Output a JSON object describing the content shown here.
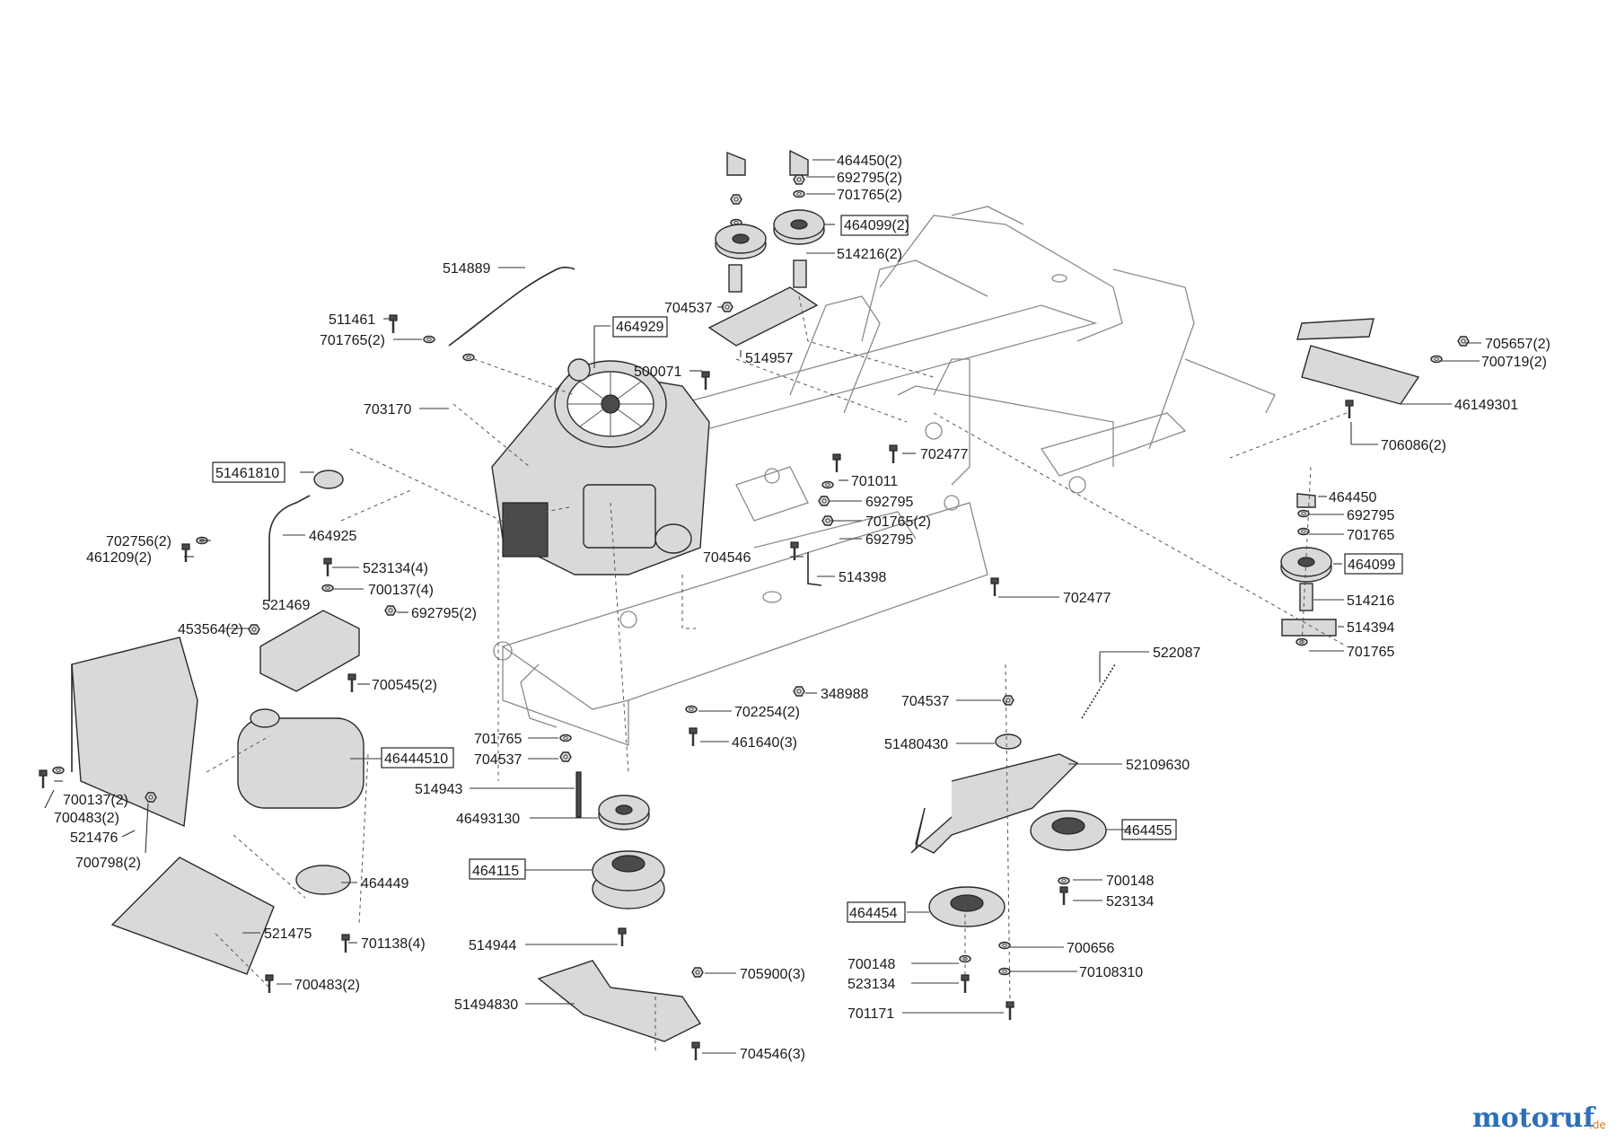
{
  "labels": [
    {
      "text": "464450(2)"
    },
    {
      "text": "692795(2)"
    },
    {
      "text": "701765(2)"
    },
    {
      "text": "464099(2)"
    },
    {
      "text": "514216(2)"
    },
    {
      "text": "514889"
    },
    {
      "text": "511461"
    },
    {
      "text": "701765(2)"
    },
    {
      "text": "464929"
    },
    {
      "text": "704537"
    },
    {
      "text": "514957"
    },
    {
      "text": "500071"
    },
    {
      "text": "703170"
    },
    {
      "text": "51461810"
    },
    {
      "text": "702477"
    },
    {
      "text": "701011"
    },
    {
      "text": "692795"
    },
    {
      "text": "701765(2)"
    },
    {
      "text": "692795"
    },
    {
      "text": "702756(2)"
    },
    {
      "text": "464925"
    },
    {
      "text": "461209(2)"
    },
    {
      "text": "704546"
    },
    {
      "text": "514398"
    },
    {
      "text": "523134(4)"
    },
    {
      "text": "700137(4)"
    },
    {
      "text": "521469"
    },
    {
      "text": "692795(2)"
    },
    {
      "text": "453564(2)"
    },
    {
      "text": "702477"
    },
    {
      "text": "700545(2)"
    },
    {
      "text": "705657(2)"
    },
    {
      "text": "700719(2)"
    },
    {
      "text": "46149301"
    },
    {
      "text": "706086(2)"
    },
    {
      "text": "464450"
    },
    {
      "text": "692795"
    },
    {
      "text": "701765"
    },
    {
      "text": "464099"
    },
    {
      "text": "514216"
    },
    {
      "text": "514394"
    },
    {
      "text": "701765"
    },
    {
      "text": "522087"
    },
    {
      "text": "348988"
    },
    {
      "text": "704537"
    },
    {
      "text": "702254(2)"
    },
    {
      "text": "51480430"
    },
    {
      "text": "701765"
    },
    {
      "text": "461640(3)"
    },
    {
      "text": "52109630"
    },
    {
      "text": "46444510"
    },
    {
      "text": "704537"
    },
    {
      "text": "514943"
    },
    {
      "text": "700137(2)"
    },
    {
      "text": "700483(2)"
    },
    {
      "text": "521476"
    },
    {
      "text": "46493130"
    },
    {
      "text": "464455"
    },
    {
      "text": "700798(2)"
    },
    {
      "text": "464115"
    },
    {
      "text": "464449"
    },
    {
      "text": "700148"
    },
    {
      "text": "523134"
    },
    {
      "text": "464454"
    },
    {
      "text": "521475"
    },
    {
      "text": "701138(4)"
    },
    {
      "text": "514944"
    },
    {
      "text": "700656"
    },
    {
      "text": "700148"
    },
    {
      "text": "70108310"
    },
    {
      "text": "523134"
    },
    {
      "text": "705900(3)"
    },
    {
      "text": "700483(2)"
    },
    {
      "text": "51494830"
    },
    {
      "text": "701171"
    },
    {
      "text": "704546(3)"
    }
  ],
  "watermark": {
    "brand": "motoruf",
    "tld": ".de",
    "colors": [
      "#2e6fb5",
      "#e07a1f"
    ]
  }
}
